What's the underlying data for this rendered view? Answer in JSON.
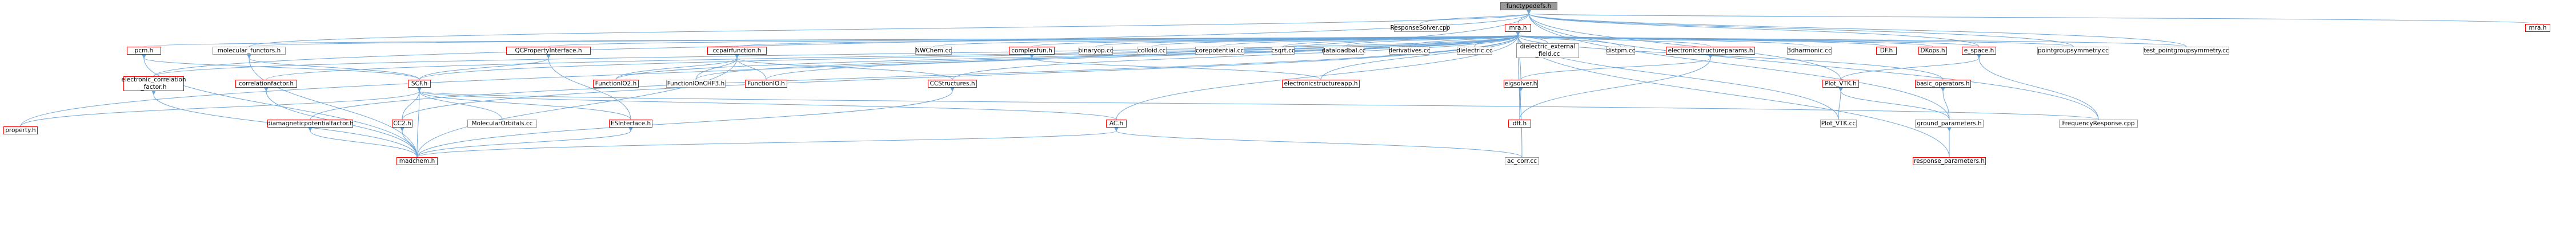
{
  "graph": {
    "edge_color": "#6ea6d8",
    "node_border": "#999999",
    "node_border_unresolved": "#ff0000",
    "root_fill": "#999999",
    "root": {
      "id": "functypedefs",
      "label": "functypedefs.h"
    },
    "nodes": [
      {
        "id": "mra",
        "label": "mra.h",
        "red": true
      },
      {
        "id": "responsesolver",
        "label": "ResponseSolver.cpp"
      },
      {
        "id": "mraa",
        "label": "mra.h",
        "red": true
      },
      {
        "id": "pcm",
        "label": "pcm.h",
        "red": true
      },
      {
        "id": "molfunctors",
        "label": "molecular_functors.h"
      },
      {
        "id": "qcprop",
        "label": "QCPropertyInterface.h",
        "red": true
      },
      {
        "id": "ccpairfunction",
        "label": "ccpairfunction.h",
        "red": true
      },
      {
        "id": "nwchem",
        "label": "NWChem.cc"
      },
      {
        "id": "complexfun",
        "label": "complexfun.h",
        "red": true
      },
      {
        "id": "binaryop",
        "label": "binaryop.cc"
      },
      {
        "id": "colloid",
        "label": "colloid.cc"
      },
      {
        "id": "corepotential",
        "label": "corepotential.cc"
      },
      {
        "id": "csqrt",
        "label": "csqrt.cc"
      },
      {
        "id": "dataloadbal",
        "label": "dataloadbal.cc"
      },
      {
        "id": "derivatives",
        "label": "derivatives.cc"
      },
      {
        "id": "dielectric",
        "label": "dielectric.cc"
      },
      {
        "id": "dielectric_ext",
        "label": "dielectric_external\n_field.cc"
      },
      {
        "id": "distpm",
        "label": "distpm.cc"
      },
      {
        "id": "electronicstructureparams",
        "label": "electronicstructureparams.h",
        "red": true
      },
      {
        "id": "hdharmonic",
        "label": "3dharmonic.cc"
      },
      {
        "id": "df",
        "label": "DF.h",
        "red": true
      },
      {
        "id": "dkops",
        "label": "DKops.h",
        "red": true
      },
      {
        "id": "espace",
        "label": "e_space.h",
        "red": true
      },
      {
        "id": "pointgroupsym_cc",
        "label": "pointgroupsymmetry.cc"
      },
      {
        "id": "test_pointgroup",
        "label": "test_pointgroupsymmetry.cc"
      },
      {
        "id": "electron_correlation",
        "label": "electronic_correlation\n_factor.h",
        "red": true
      },
      {
        "id": "correlationfactor",
        "label": "correlationfactor.h",
        "red": true
      },
      {
        "id": "scf",
        "label": "SCF.h",
        "red": true
      },
      {
        "id": "functionio2",
        "label": "FunctionIO2.h",
        "red": true
      },
      {
        "id": "functionionchf",
        "label": "FunctionIOnCHF3.h"
      },
      {
        "id": "functionio",
        "label": "FunctionIO.h",
        "red": true
      },
      {
        "id": "ccstructures",
        "label": "CCStructures.h",
        "red": true
      },
      {
        "id": "electronicstructureapp",
        "label": "electronicstructureapp.h",
        "red": true
      },
      {
        "id": "eigsolver",
        "label": "eigsolver.h",
        "red": true
      },
      {
        "id": "plot_vtk_h",
        "label": "Plot_VTK.h",
        "red": true
      },
      {
        "id": "basic_operators",
        "label": "basic_operators.h",
        "red": true
      },
      {
        "id": "property",
        "label": "property.h",
        "red": true
      },
      {
        "id": "diamagnetic",
        "label": "diamagneticpotentialfactor.h",
        "red": true
      },
      {
        "id": "cc2",
        "label": "CC2.h",
        "red": true
      },
      {
        "id": "molecularorbitals",
        "label": "MolecularOrbitals.cc"
      },
      {
        "id": "esinterface",
        "label": "ESInterface.h",
        "red": true
      },
      {
        "id": "ac",
        "label": "AC.h",
        "red": true
      },
      {
        "id": "dft",
        "label": "dft.h",
        "red": true
      },
      {
        "id": "plot_vtk_cc",
        "label": "Plot_VTK.cc"
      },
      {
        "id": "ground_parameters",
        "label": "ground_parameters.h"
      },
      {
        "id": "frequencyresponse",
        "label": "FrequencyResponse.cpp"
      },
      {
        "id": "madchem",
        "label": "madchem.h",
        "red": true
      },
      {
        "id": "ac_corr",
        "label": "ac_corr.cc"
      },
      {
        "id": "response_parameters",
        "label": "response_parameters.h",
        "red": true
      }
    ],
    "edges": [
      [
        "functypedefs",
        "mra"
      ],
      [
        "functypedefs",
        "responsesolver"
      ],
      [
        "functypedefs",
        "mraa"
      ],
      [
        "functypedefs",
        "espace"
      ],
      [
        "functypedefs",
        "pointgroupsym_cc"
      ],
      [
        "functypedefs",
        "test_pointgroup"
      ],
      [
        "functypedefs",
        "frequencyresponse"
      ],
      [
        "functypedefs",
        "ground_parameters"
      ],
      [
        "functypedefs",
        "property"
      ],
      [
        "functypedefs",
        "electron_correlation"
      ],
      [
        "functypedefs",
        "molfunctors"
      ],
      [
        "functypedefs",
        "plot_vtk_h"
      ],
      [
        "mra",
        "pcm"
      ],
      [
        "mra",
        "molfunctors"
      ],
      [
        "mra",
        "qcprop"
      ],
      [
        "mra",
        "ccpairfunction"
      ],
      [
        "mra",
        "nwchem"
      ],
      [
        "mra",
        "complexfun"
      ],
      [
        "mra",
        "binaryop"
      ],
      [
        "mra",
        "colloid"
      ],
      [
        "mra",
        "corepotential"
      ],
      [
        "mra",
        "csqrt"
      ],
      [
        "mra",
        "dataloadbal"
      ],
      [
        "mra",
        "derivatives"
      ],
      [
        "mra",
        "dielectric"
      ],
      [
        "mra",
        "dielectric_ext"
      ],
      [
        "mra",
        "distpm"
      ],
      [
        "mra",
        "electronicstructureparams"
      ],
      [
        "mra",
        "hdharmonic"
      ],
      [
        "mra",
        "df"
      ],
      [
        "mra",
        "dkops"
      ],
      [
        "mra",
        "espace"
      ],
      [
        "mra",
        "pointgroupsym_cc"
      ],
      [
        "mra",
        "test_pointgroup"
      ],
      [
        "mra",
        "electron_correlation"
      ],
      [
        "mra",
        "correlationfactor"
      ],
      [
        "mra",
        "scf"
      ],
      [
        "mra",
        "functionio2"
      ],
      [
        "mra",
        "functionionchf"
      ],
      [
        "mra",
        "functionio"
      ],
      [
        "mra",
        "ccstructures"
      ],
      [
        "mra",
        "electronicstructureapp"
      ],
      [
        "mra",
        "eigsolver"
      ],
      [
        "mra",
        "basic_operators"
      ],
      [
        "mra",
        "diamagnetic"
      ],
      [
        "mra",
        "cc2"
      ],
      [
        "mra",
        "ac"
      ],
      [
        "mra",
        "dft"
      ],
      [
        "mra",
        "plot_vtk_cc"
      ],
      [
        "mra",
        "ac_corr"
      ],
      [
        "mra",
        "response_parameters"
      ],
      [
        "pcm",
        "scf"
      ],
      [
        "pcm",
        "madchem"
      ],
      [
        "molfunctors",
        "scf"
      ],
      [
        "molfunctors",
        "madchem"
      ],
      [
        "qcprop",
        "scf"
      ],
      [
        "qcprop",
        "esinterface"
      ],
      [
        "ccpairfunction",
        "functionio2"
      ],
      [
        "ccpairfunction",
        "functionionchf"
      ],
      [
        "ccpairfunction",
        "functionio"
      ],
      [
        "ccpairfunction",
        "ccstructures"
      ],
      [
        "ccpairfunction",
        "madchem"
      ],
      [
        "complexfun",
        "electronicstructureapp"
      ],
      [
        "electronicstructureparams",
        "eigsolver"
      ],
      [
        "electronicstructureparams",
        "dft"
      ],
      [
        "eigsolver",
        "dft"
      ],
      [
        "espace",
        "plot_vtk_h"
      ],
      [
        "espace",
        "frequencyresponse"
      ],
      [
        "electron_correlation",
        "madchem"
      ],
      [
        "correlationfactor",
        "madchem"
      ],
      [
        "scf",
        "property"
      ],
      [
        "scf",
        "molecularorbitals"
      ],
      [
        "scf",
        "esinterface"
      ],
      [
        "scf",
        "cc2"
      ],
      [
        "scf",
        "madchem"
      ],
      [
        "scf",
        "ac"
      ],
      [
        "scf",
        "frequencyresponse"
      ],
      [
        "ccstructures",
        "madchem"
      ],
      [
        "diamagnetic",
        "madchem"
      ],
      [
        "cc2",
        "madchem"
      ],
      [
        "esinterface",
        "madchem"
      ],
      [
        "ac",
        "madchem"
      ],
      [
        "ac",
        "ac_corr"
      ],
      [
        "plot_vtk_h",
        "plot_vtk_cc"
      ],
      [
        "plot_vtk_h",
        "ground_parameters"
      ],
      [
        "basic_operators",
        "ground_parameters"
      ],
      [
        "ground_parameters",
        "response_parameters"
      ]
    ]
  }
}
